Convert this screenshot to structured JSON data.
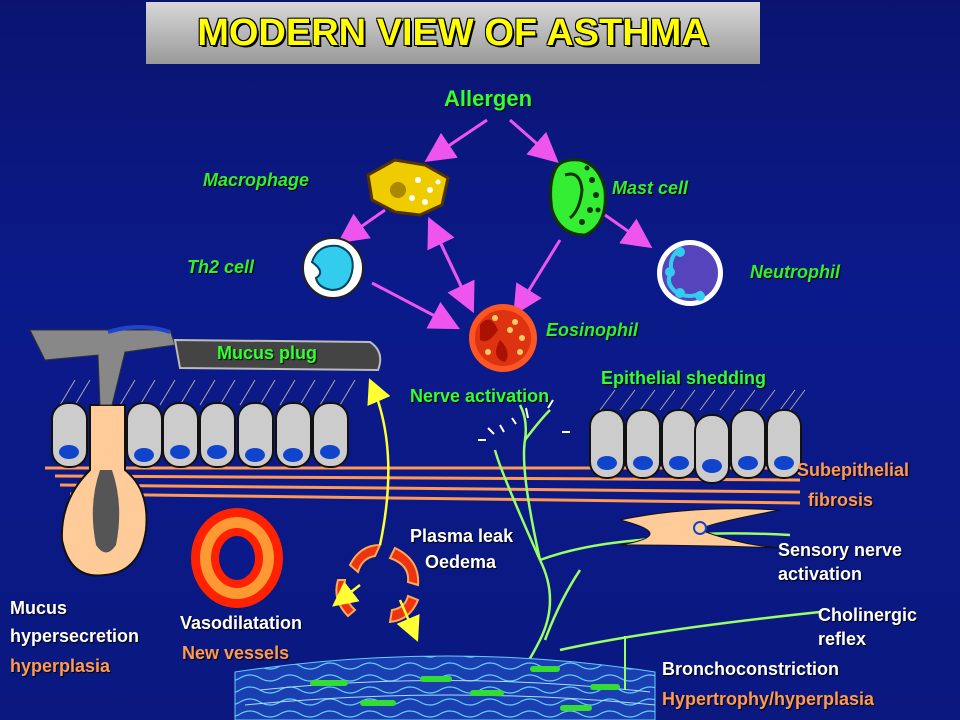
{
  "title": "MODERN VIEW OF ASTHMA",
  "labels": {
    "allergen": "Allergen",
    "macrophage": "Macrophage",
    "mast_cell": "Mast cell",
    "th2_cell": "Th2 cell",
    "neutrophil": "Neutrophil",
    "eosinophil": "Eosinophil",
    "mucus_plug": "Mucus plug",
    "nerve_activation": "Nerve activation",
    "epithelial_shedding": "Epithelial shedding",
    "subepithelial": "Subepithelial",
    "fibrosis": "fibrosis",
    "plasma_leak": "Plasma leak",
    "oedema": "Oedema",
    "sensory_nerve": "Sensory nerve",
    "activation": "activation",
    "mucus": "Mucus",
    "hypersecretion": "hypersecretion",
    "hyperplasia": "hyperplasia",
    "vasodilatation": "Vasodilatation",
    "new_vessels": "New vessels",
    "cholinergic": "Cholinergic",
    "reflex": "reflex",
    "bronchoconstriction": "Bronchoconstriction",
    "hypertrophy": "Hypertrophy/hyperplasia"
  },
  "colors": {
    "background": "#0b1a8a",
    "title_text": "#ffff00",
    "cell_label": "#33ff33",
    "effect_label": "#ffffff",
    "tissue_label": "#ff9955",
    "arrow": "#ee55ee",
    "nerve": "#99ff66"
  }
}
